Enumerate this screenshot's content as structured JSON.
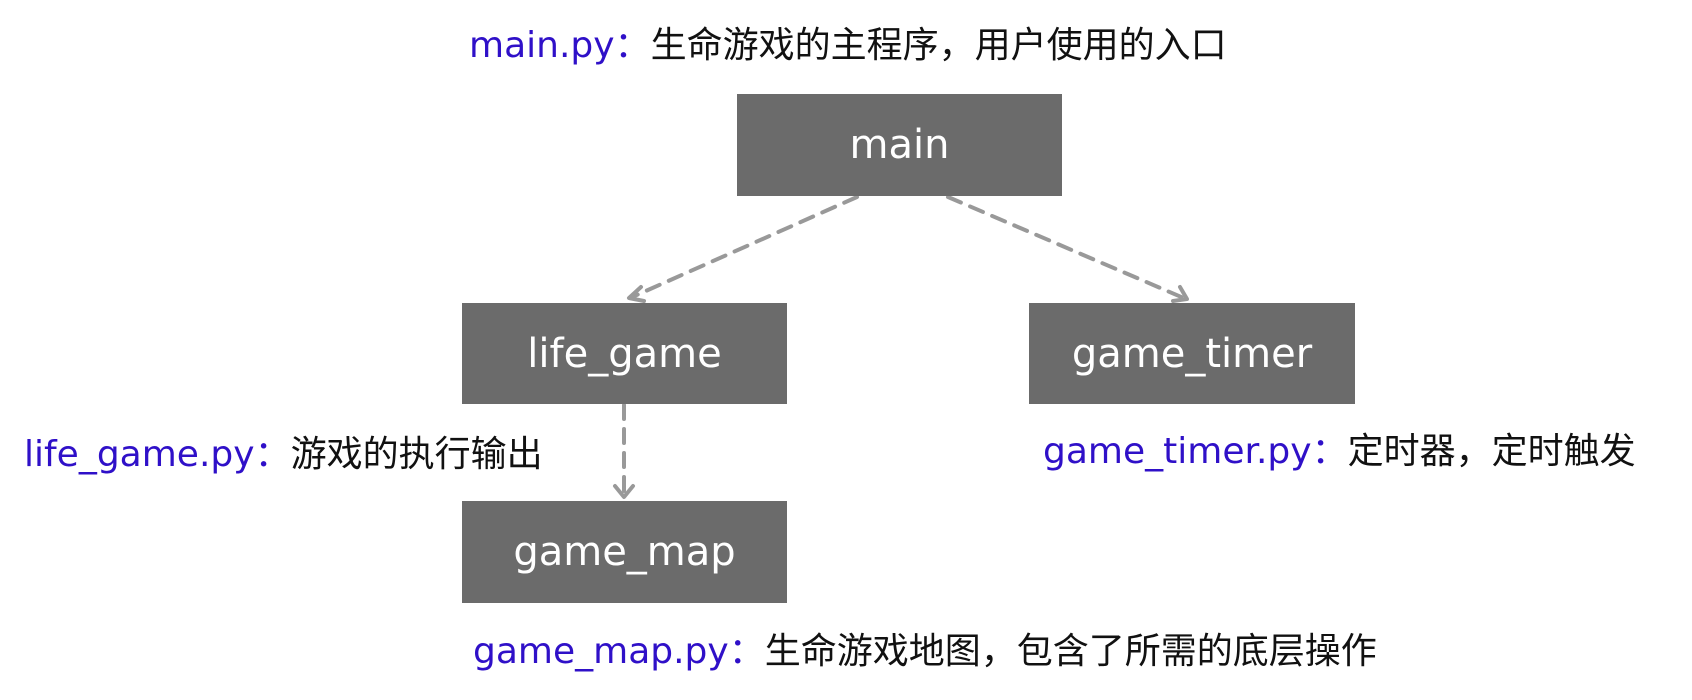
{
  "nodes": {
    "main": "main",
    "life_game": "life_game",
    "game_timer": "game_timer",
    "game_map": "game_map"
  },
  "notes": {
    "main": {
      "file": "main.py",
      "sep": "：",
      "desc": "生命游戏的主程序，用户使用的入口"
    },
    "life_game": {
      "file": "life_game.py",
      "sep": "：",
      "desc": "游戏的执行输出"
    },
    "game_timer": {
      "file": "game_timer.py",
      "sep": "：",
      "desc": "定时器，定时触发"
    },
    "game_map": {
      "file": "game_map.py",
      "sep": "：",
      "desc": "生命游戏地图，包含了所需的底层操作"
    }
  },
  "colors": {
    "node_fill": "#6b6b6b",
    "node_text": "#ffffff",
    "file_text": "#2f10c8",
    "desc_text": "#111111",
    "arrow": "#999999"
  }
}
